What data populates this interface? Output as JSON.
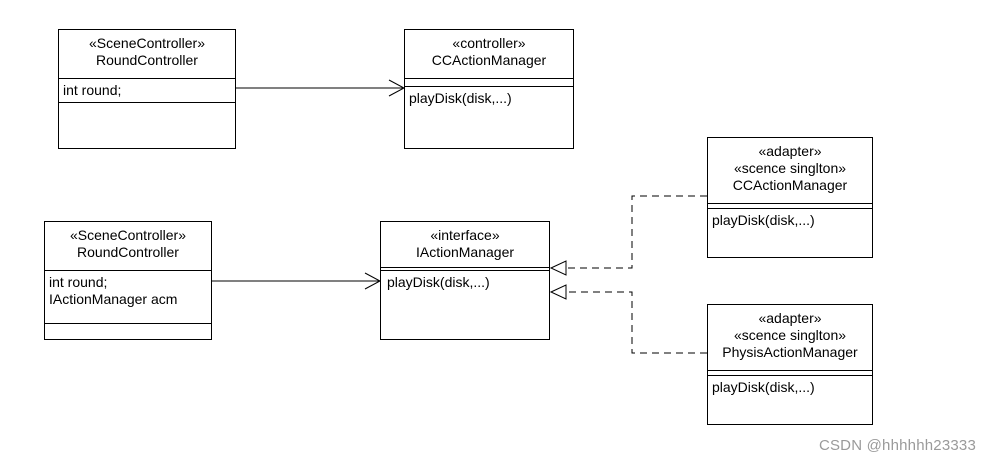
{
  "classes": {
    "round_controller_1": {
      "stereotypes": [
        "«SceneController»"
      ],
      "name": "RoundController",
      "attributes": [
        "int round;"
      ],
      "methods": []
    },
    "cc_action_manager_1": {
      "stereotypes": [
        "«controller»"
      ],
      "name": "CCActionManager",
      "attributes": [],
      "methods": [
        "playDisk(disk,...)"
      ]
    },
    "round_controller_2": {
      "stereotypes": [
        "«SceneController»"
      ],
      "name": "RoundController",
      "attributes": [
        "int round;",
        "IActionManager acm"
      ],
      "methods": []
    },
    "i_action_manager": {
      "stereotypes": [
        "«interface»"
      ],
      "name": "IActionManager",
      "attributes": [],
      "methods": [
        "playDisk(disk,...)"
      ]
    },
    "cc_action_manager_2": {
      "stereotypes": [
        "«adapter»",
        "«scence singlton»"
      ],
      "name": "CCActionManager",
      "attributes": [],
      "methods": [
        "playDisk(disk,...)"
      ]
    },
    "physis_action_manager": {
      "stereotypes": [
        "«adapter»",
        "«scence singlton»"
      ],
      "name": "PhysisActionManager",
      "attributes": [],
      "methods": [
        "playDisk(disk,...)"
      ]
    }
  },
  "relations": [
    {
      "from": "round_controller_1",
      "to": "cc_action_manager_1",
      "type": "association"
    },
    {
      "from": "round_controller_2",
      "to": "i_action_manager",
      "type": "association"
    },
    {
      "from": "cc_action_manager_2",
      "to": "i_action_manager",
      "type": "realization"
    },
    {
      "from": "physis_action_manager",
      "to": "i_action_manager",
      "type": "realization"
    }
  ],
  "watermark": "CSDN @hhhhhh23333"
}
